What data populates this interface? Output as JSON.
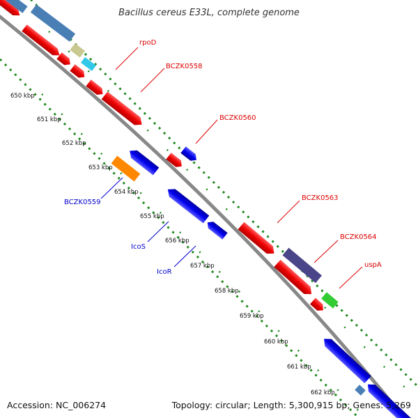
{
  "header": {
    "title": "Bacillus cereus E33L, complete genome"
  },
  "footer": {
    "accession": "Accession: NC_006274",
    "topology": "Topology: circular; Length: 5,300,915 bp; Genes: 5,269"
  },
  "ruler": {
    "ticks": [
      "650 kbp",
      "651 kbp",
      "652 kbp",
      "653 kbp",
      "654 kbp",
      "655 kbp",
      "656 kbp",
      "657 kbp",
      "658 kbp",
      "659 kbp",
      "660 kbp",
      "661 kbp",
      "662 kbp"
    ]
  },
  "gene_labels": {
    "rpoD": "rpoD",
    "bczk0558": "BCZK0558",
    "bczk0560": "BCZK0560",
    "bczk0563": "BCZK0563",
    "bczk0564": "BCZK0564",
    "uspA": "uspA",
    "bczk0559": "BCZK0559",
    "icoS": "IcoS",
    "icoR": "IcoR"
  },
  "colors": {
    "forward_strand": "#ee0000",
    "reverse_strand": "#0000ee",
    "backbone": "#888888",
    "dotted_track": "#1f8a1f",
    "label_forward": "#dd0000",
    "label_reverse": "#0000cc",
    "steelblue": "#4a7fb5",
    "khaki": "#c8c890",
    "cyan": "#33c8e8",
    "purple": "#4a4488",
    "green": "#33cc33",
    "orange": "#ff8800"
  }
}
